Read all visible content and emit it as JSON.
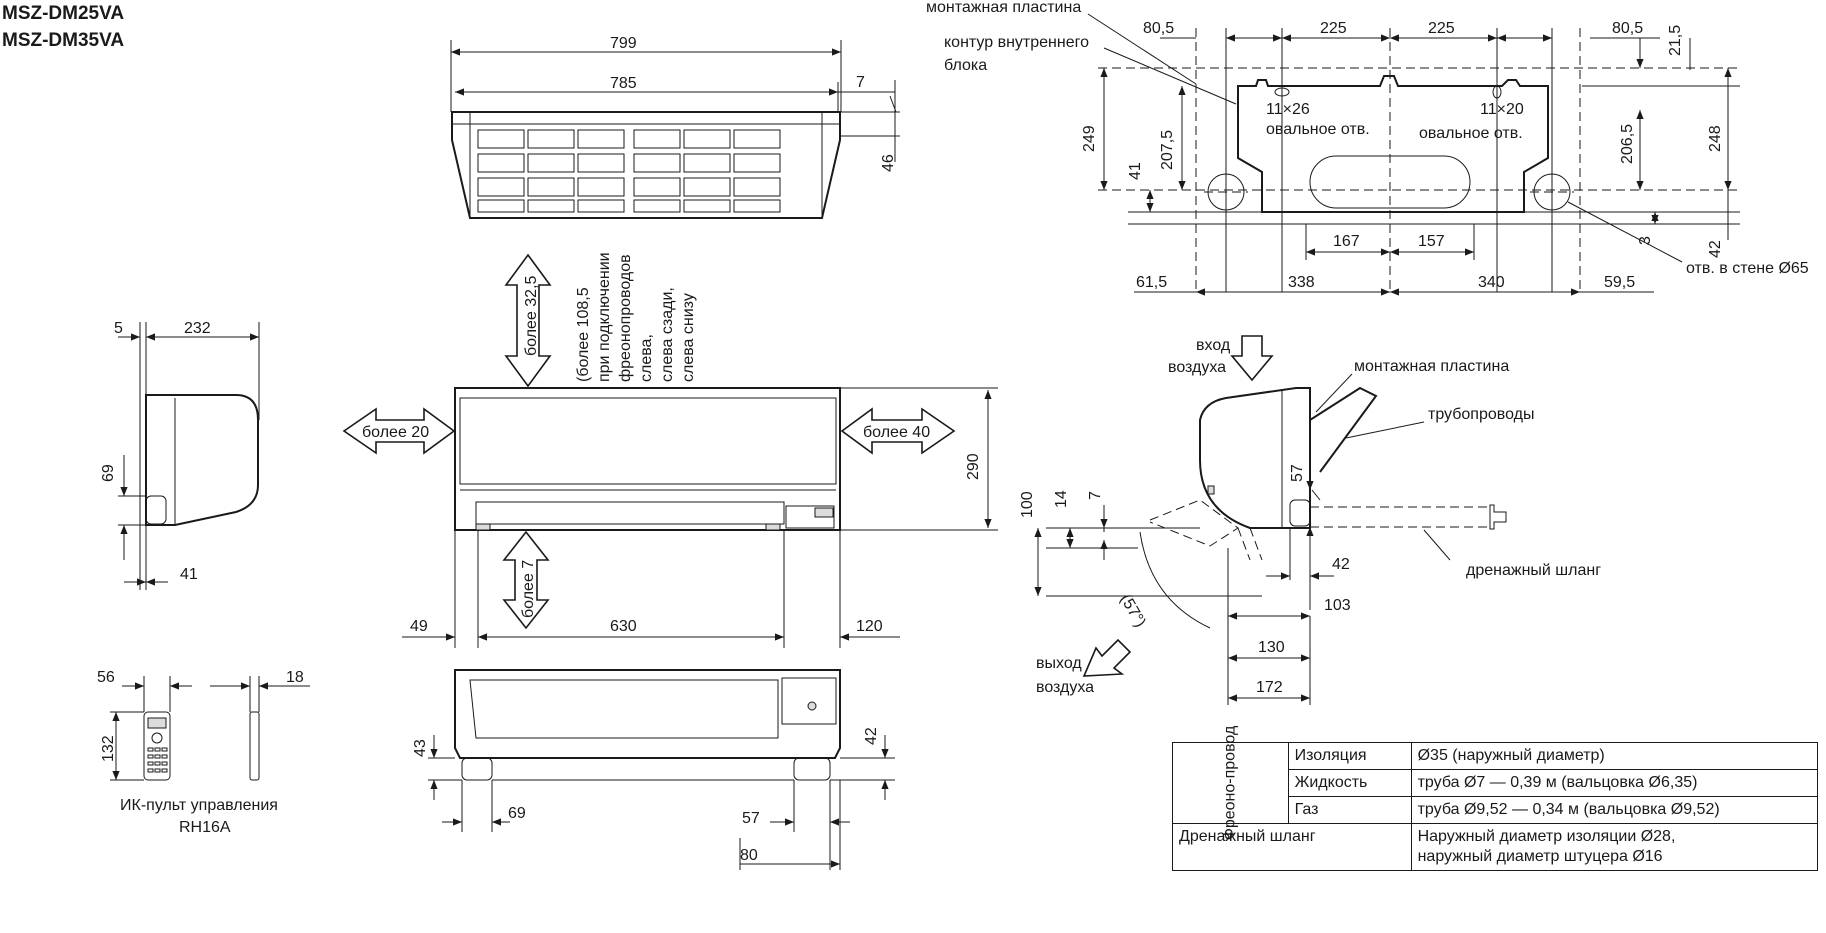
{
  "models": [
    "MSZ-DM25VA",
    "MSZ-DM35VA"
  ],
  "top_view": {
    "dims": [
      "799",
      "785",
      "7",
      "46"
    ]
  },
  "front_view": {
    "dims": [
      "290",
      "49",
      "630",
      "120"
    ],
    "clearance_top": "более 32,5",
    "clearance_top_note": [
      "(более 108,5",
      "при подключении",
      "фреонопроводов",
      "слева,",
      "слева сзади,",
      "слева снизу"
    ],
    "clearance_left": "более 20",
    "clearance_right": "более 40",
    "clearance_bottom": "более 7"
  },
  "side_view": {
    "dims": [
      "5",
      "232",
      "69",
      "41"
    ]
  },
  "bottom_view": {
    "dims": [
      "43",
      "69",
      "42",
      "57",
      "80"
    ]
  },
  "remote": {
    "dims": [
      "56",
      "18",
      "132"
    ],
    "label_1": "ИК-пульт управления",
    "label_2": "RH16A"
  },
  "mount_plate": {
    "label_plate": "монтажная пластина",
    "label_contour_1": "контур внутреннего",
    "label_contour_2": "блока",
    "hole_left_size": "11×26",
    "hole_left_name": "овальное отв.",
    "hole_right_size": "11×20",
    "hole_right_name": "овальное отв.",
    "wall_hole": "отв. в стене Ø65",
    "dims_top": [
      "80,5",
      "225",
      "225",
      "80,5",
      "21,5"
    ],
    "dims_left": [
      "249",
      "207,5",
      "41"
    ],
    "dims_right": [
      "206,5",
      "248",
      "3",
      "42"
    ],
    "dims_mid": [
      "167",
      "157"
    ],
    "dims_bottom": [
      "61,5",
      "338",
      "340",
      "59,5"
    ]
  },
  "pipe_view": {
    "air_in_1": "вход",
    "air_in_2": "воздуха",
    "air_out_1": "выход",
    "air_out_2": "воздуха",
    "label_plate": "монтажная пластина",
    "label_pipes": "трубопроводы",
    "label_drain": "дренажный шланг",
    "angle": "(57°)",
    "dims": [
      "57",
      "100",
      "14",
      "7",
      "42",
      "103",
      "130",
      "172"
    ]
  },
  "spec_table": {
    "group_label": "Фреоно-провод",
    "rows": [
      {
        "name": "Изоляция",
        "value": "Ø35 (наружный диаметр)"
      },
      {
        "name": "Жидкость",
        "value": "труба Ø7 — 0,39 м (вальцовка Ø6,35)"
      },
      {
        "name": "Газ",
        "value": "труба Ø9,52 — 0,34  м (вальцовка Ø9,52)"
      }
    ],
    "drain_name": "Дренажный шланг",
    "drain_value_1": "Наружный диаметр изоляции Ø28,",
    "drain_value_2": "наружный диаметр штуцера Ø16"
  }
}
